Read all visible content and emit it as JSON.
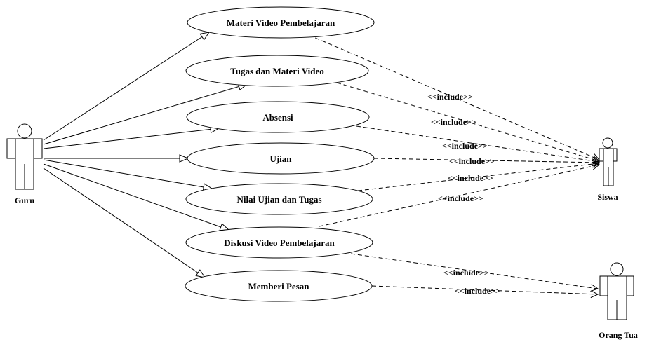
{
  "actors": {
    "guru": "Guru",
    "siswa": "Siswa",
    "orang_tua": "Orang Tua"
  },
  "use_cases": [
    "Materi Video Pembelajaran",
    "Tugas dan Materi Video",
    "Absensi",
    "Ujian",
    "Nilai Ujian dan Tugas",
    "Diskusi Video Pembelajaran",
    "Memberi Pesan"
  ],
  "include_label": "<<include>>"
}
